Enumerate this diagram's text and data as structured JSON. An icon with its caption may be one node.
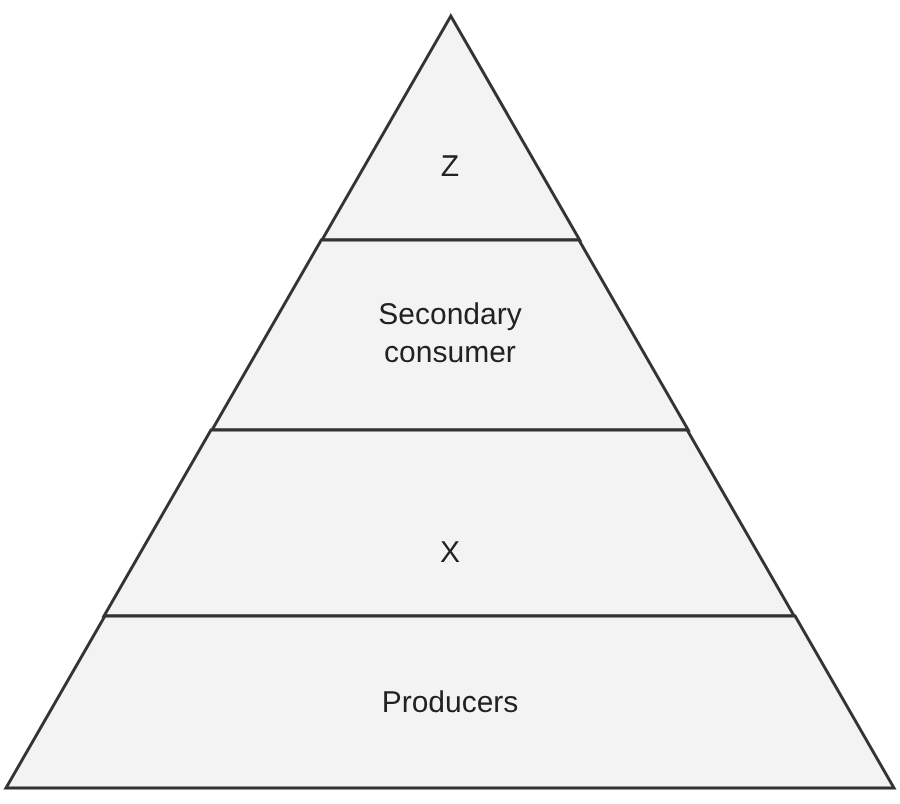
{
  "diagram": {
    "nodes": [
      {
        "text": [
          "Z"
        ]
      },
      {
        "text": [
          "Secondary consumer"
        ]
      },
      {
        "text": [
          "X"
        ]
      },
      {
        "text": [
          "Producers"
        ]
      }
    ]
  }
}
